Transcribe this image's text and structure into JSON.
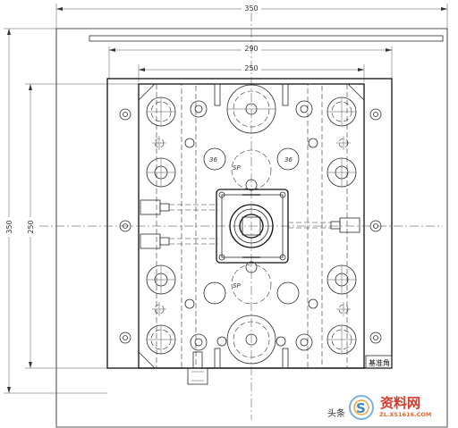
{
  "dimensions": {
    "overall_width": "350",
    "base_width": "290",
    "plate_width": "250",
    "overall_height": "350",
    "plate_height": "250"
  },
  "labels": {
    "sprue_upper": "SP",
    "sprue_lower": "SP",
    "datum_corner": "基准角",
    "pin_label": "36"
  },
  "watermark": {
    "prefix": "头条",
    "brand": "资料网",
    "url": "ZL.XS1616.COM",
    "logo_letter": "S"
  }
}
